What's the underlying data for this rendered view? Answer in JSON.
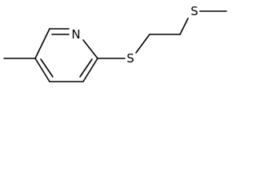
{
  "molecule": {
    "atoms": {
      "n": {
        "label": "N"
      },
      "s1": {
        "label": "S"
      },
      "s2": {
        "label": "S"
      }
    },
    "colors": {
      "line": "#000000",
      "background": "#ffffff"
    }
  }
}
